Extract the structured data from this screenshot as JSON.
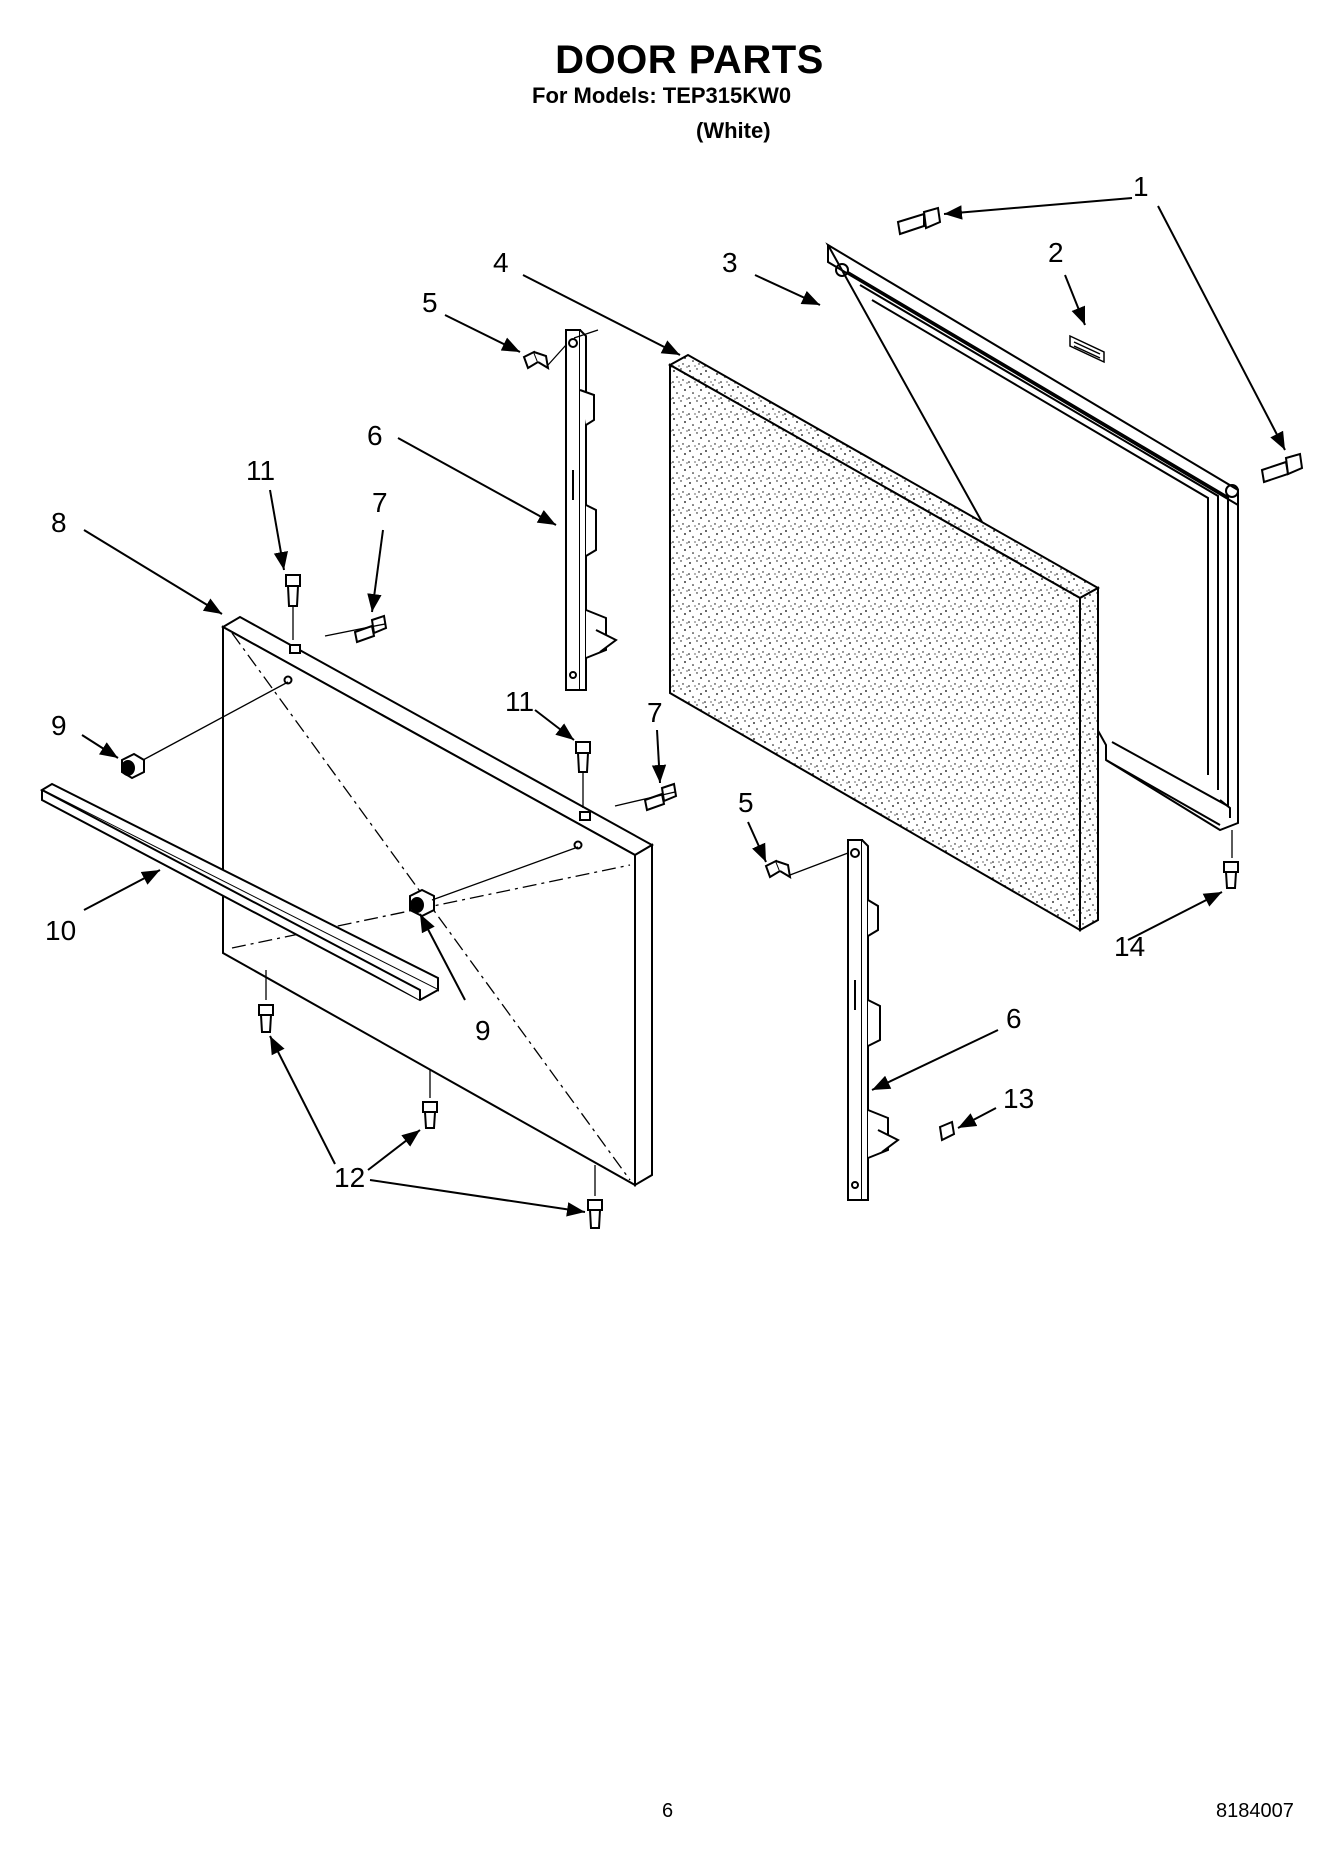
{
  "header": {
    "title": "DOOR PARTS",
    "models_line": "For Models: TEP315KW0",
    "color_line": "(White)"
  },
  "callouts": {
    "c1": "1",
    "c2": "2",
    "c3": "3",
    "c4": "4",
    "c5a": "5",
    "c5b": "5",
    "c6a": "6",
    "c6b": "6",
    "c7a": "7",
    "c7b": "7",
    "c8": "8",
    "c9a": "9",
    "c9b": "9",
    "c10": "10",
    "c11a": "11",
    "c11b": "11",
    "c12": "12",
    "c13": "13",
    "c14": "14"
  },
  "footer": {
    "page_number": "6",
    "document_number": "8184007"
  }
}
